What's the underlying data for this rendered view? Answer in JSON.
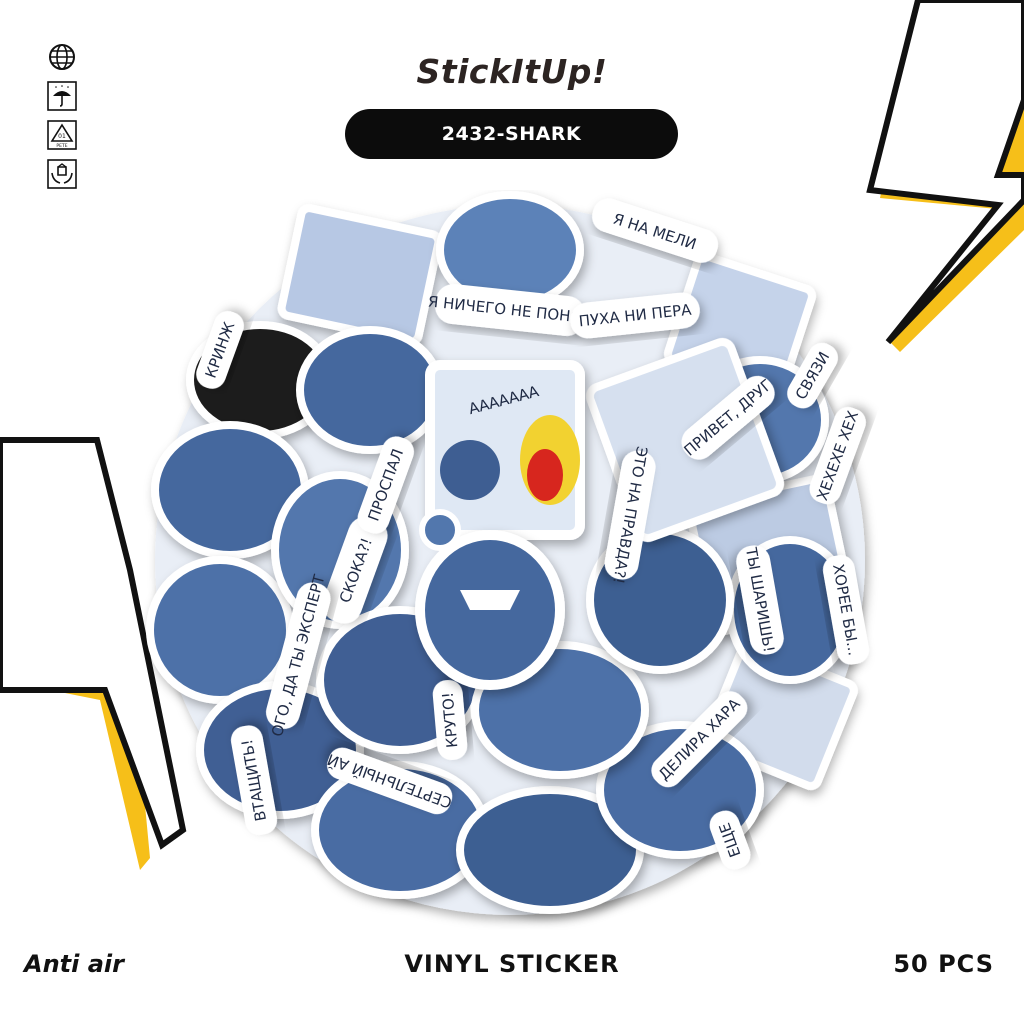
{
  "brand": {
    "name": "StickItUp!"
  },
  "product": {
    "code": "2432-SHARK"
  },
  "footer": {
    "left": "Anti air",
    "center": "VINYL STICKER",
    "right": "50 PCS"
  },
  "side_icons": [
    {
      "icon": "globe-icon"
    },
    {
      "icon": "umbrella-icon"
    },
    {
      "icon": "recycle-pete-icon",
      "label": "01",
      "sublabel": "PETE"
    },
    {
      "icon": "package-hands-icon"
    }
  ],
  "sticker_texts": [
    "Я НА МЕЛИ",
    "Я НИЧЕГО НЕ ПОНЯЛ",
    "ПУХА НИ ПЕРА",
    "ААААААА",
    "ПРИВЕТ, ДРУГ",
    "СВЯЗИ",
    "ХЕХЕХЕ ХЕХ",
    "ЭТО НА ПРАВДА?!",
    "СКОКА?!",
    "ПРОСПАЛ",
    "ОГО, ДА ТЫ ЭКСПЕРТ",
    "КРУТО!",
    "ТЫ ШАРИШЬ!",
    "ХОРЕЕ БЫ...",
    "ДЕЛИРА ХАРА",
    "ВТАЩИТЬ!",
    "КРИНЖ",
    "СЕРТЕЛЬНЫЙ АЙ",
    "ЕЩЕ"
  ],
  "colors": {
    "accent_yellow": "#f6bf19",
    "pill_background": "#0c0c0c",
    "shark_blue": "#44679e",
    "ink": "#111111"
  }
}
